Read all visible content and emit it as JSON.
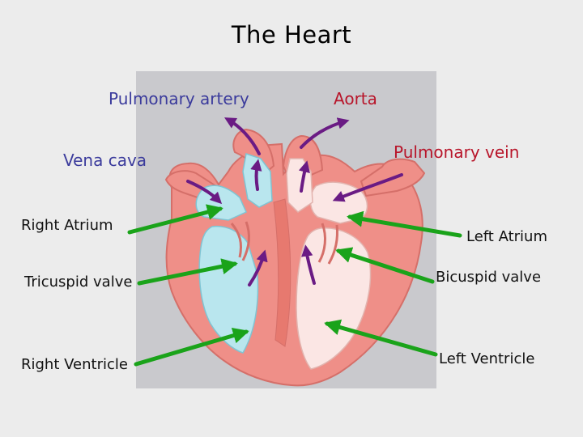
{
  "title": "The Heart",
  "labels": {
    "pulmonary_artery": "Pulmonary artery",
    "aorta": "Aorta",
    "vena_cava": "Vena cava",
    "pulmonary_vein": "Pulmonary vein",
    "right_atrium": "Right Atrium",
    "left_atrium": "Left Atrium",
    "tricuspid_valve": "Tricuspid valve",
    "bicuspid_valve": "Bicuspid valve",
    "right_ventricle": "Right Ventricle",
    "left_ventricle": "Left Ventricle"
  },
  "colors": {
    "background": "#ececec",
    "panel": "#c9c9cd",
    "muscle": "#ef8f88",
    "deoxygenated_blood": "#b9e6ee",
    "oxygenated_blood": "#fbe6e4",
    "flow_arrow": "#6a1b84",
    "pointer_arrow": "#1aa31a",
    "label_blue": "#3b3b9c",
    "label_red": "#b8152a"
  },
  "icons": {
    "flow_arrows": "purple-blood-flow-arrow",
    "pointer_arrows": "green-pointer-arrow"
  }
}
